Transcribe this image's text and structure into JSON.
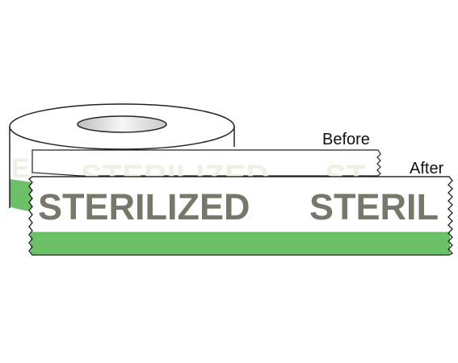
{
  "labels": {
    "before": "Before",
    "after": "After"
  },
  "tape_before": {
    "text_visible": "ED  STERILIZED  ST",
    "text_left": "ED",
    "text_main": "STERILIZED",
    "text_right": "ST",
    "ink_state": "faint",
    "stripe_color": "#ffffff"
  },
  "tape_after": {
    "text_1": "STERILIZED",
    "text_2": "STERIL",
    "ink_color": "#77776a",
    "stripe_color": "#6cc166"
  },
  "roll": {
    "stripe_color": "#6cc166"
  }
}
